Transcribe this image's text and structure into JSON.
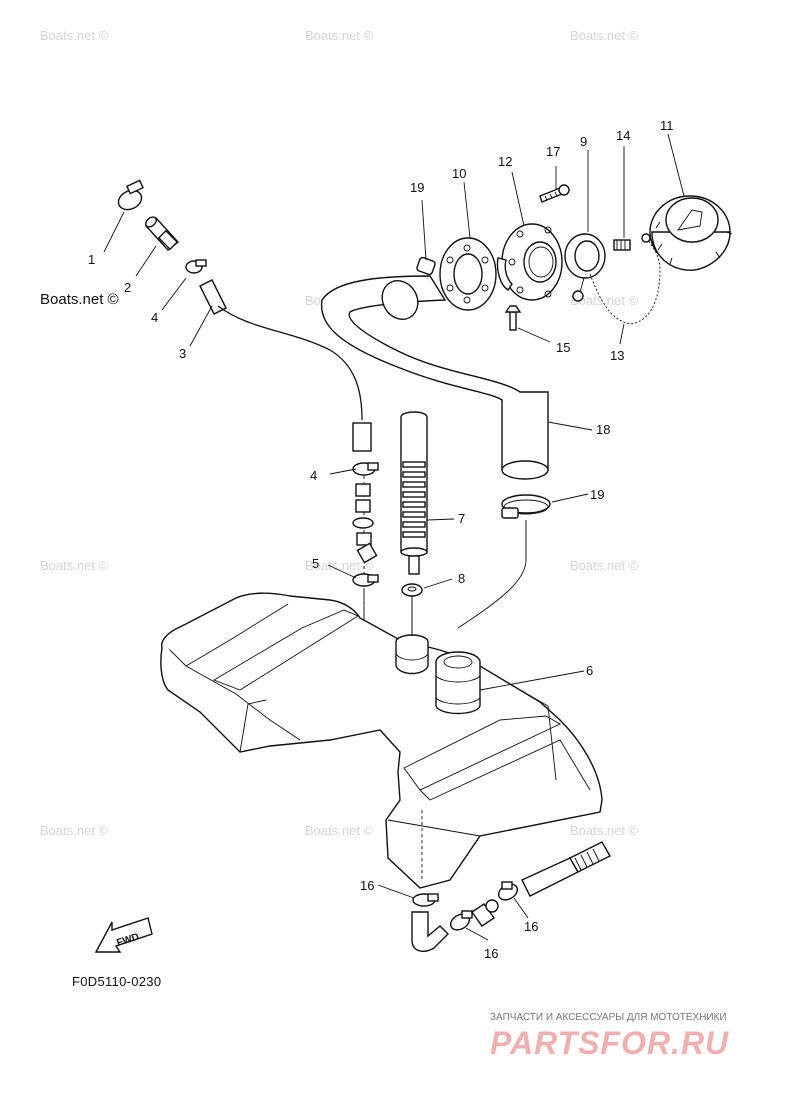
{
  "watermark_text": "Boats.net ©",
  "credit_text": "Boats.net ©",
  "drawing_code": "F0D5110-0230",
  "fwd_label": "FWD",
  "brand": {
    "tagline": "ЗАПЧАСТИ И АКСЕССУАРЫ ДЛЯ МОТОТЕХНИКИ",
    "name": "PARTSFOR.RU"
  },
  "callouts": {
    "c1": "1",
    "c2": "2",
    "c3": "3",
    "c4a": "4",
    "c4b": "4",
    "c5": "5",
    "c6": "6",
    "c7": "7",
    "c8": "8",
    "c9": "9",
    "c10": "10",
    "c11": "11",
    "c12": "12",
    "c13": "13",
    "c14": "14",
    "c15": "15",
    "c16a": "16",
    "c16b": "16",
    "c16c": "16",
    "c17": "17",
    "c18": "18",
    "c19a": "19",
    "c19b": "19"
  }
}
